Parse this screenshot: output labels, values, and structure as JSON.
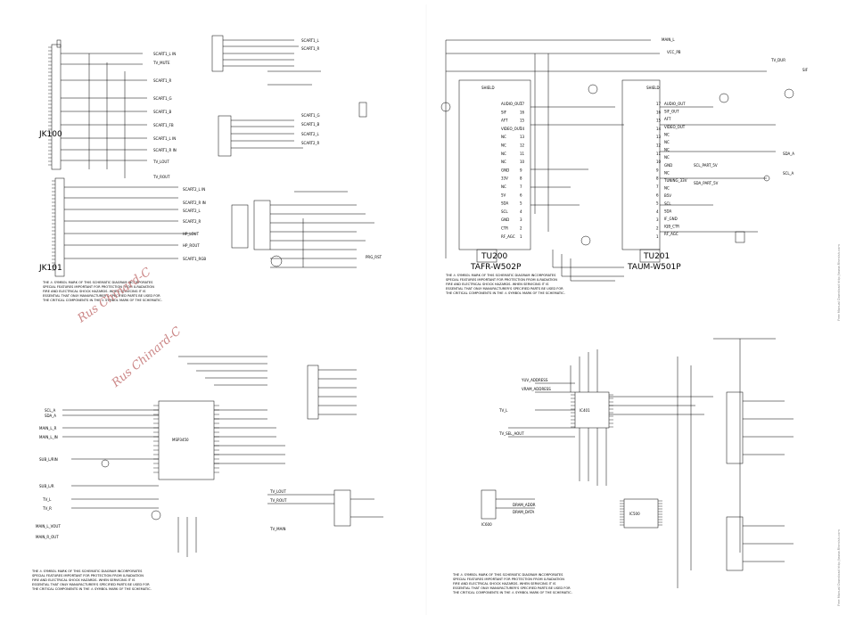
{
  "connectors": {
    "j100": "JK100",
    "j101": "JK101"
  },
  "tuners": {
    "tu200_ref": "TU200",
    "tu200_part": "TAFR-W502P",
    "tu201_ref": "TU201",
    "tu201_part": "TAUM-W501P",
    "shield": "SHIELD",
    "left_pins": [
      "17",
      "16",
      "15",
      "14",
      "13",
      "12",
      "11",
      "10",
      "9",
      "8",
      "7",
      "6",
      "5",
      "4",
      "3",
      "2",
      "1"
    ],
    "left_pin_names": [
      "AUDIO_OUT",
      "SIF",
      "AFT",
      "VIDEO_OUT",
      "NC",
      "NC",
      "NC",
      "NC",
      "GND",
      "33V",
      "NC",
      "5V",
      "SDA",
      "SCL",
      "GND",
      "CTR",
      "RF_AGC"
    ],
    "right_pin_names": [
      "AUDIO_OUT",
      "SIF_OUT",
      "AFT",
      "VIDEO_OUT",
      "NC",
      "NC",
      "NC",
      "NC",
      "GND",
      "NC",
      "TUNING_33V",
      "NC",
      "B5V",
      "SCL",
      "SDA",
      "IF_GND",
      "IQB_CTR",
      "RF_AGC"
    ],
    "right_pins": [
      "17",
      "16",
      "15",
      "14",
      "13",
      "12",
      "11",
      "10",
      "9",
      "8",
      "7",
      "6",
      "5",
      "4",
      "3",
      "2",
      "1"
    ]
  },
  "nets_top_left": [
    "SCART1_L IN",
    "TV_MUTE",
    "SCART1_R",
    "SCART1_G",
    "SCART1_B",
    "SCART1_FB",
    "SCART1_L IN",
    "SCART1_R IN",
    "TV_LOUT",
    "TV_ROUT",
    "SCART2_L IN",
    "SCART2_R IN",
    "SCART2_L",
    "SCART2_R",
    "HP_LOUT",
    "HP_ROUT",
    "SCART1_RGB"
  ],
  "nets_top_mid": [
    "SCART1_L",
    "SCART1_R",
    "SCART1_G",
    "SCART1_B",
    "SCART2_L",
    "SCART2_R",
    "PRG_RST"
  ],
  "nets_top_right": [
    "MAIN_L",
    "VCC_PB",
    "TV_DUR",
    "SIF",
    "SDA_A",
    "SCL_A",
    "SCL_PART_5V",
    "SDA_PART_5V"
  ],
  "nets_bottom_left": [
    "SCL_A",
    "SDA_A",
    "MAIN_L_R",
    "MAIN_L_IN",
    "SUB_L/RIN",
    "SUB_L/R",
    "TV_L",
    "TV_R",
    "MAIN_L_VOUT",
    "MAIN_R_OUT",
    "TV_LOUT",
    "TV_ROUT",
    "TV_MAIN"
  ],
  "nets_bottom_right": [
    "YUV_ADDRESS",
    "VRAM_ADDRESS",
    "TV_L",
    "TV_SEL_AOUT",
    "DRAM_ADDR",
    "DRAM_DATA"
  ],
  "chips": {
    "audio_processor": "MSP3450",
    "video_processor": "IC401",
    "scaler": "IC500",
    "memory": "IC600"
  },
  "notes": [
    "THE ⚠ SYMBOL MARK OF THIS SCHEMATIC DIAGRAM INCORPORATES",
    "SPECIAL FEATURES IMPORTANT FOR PROTECTION FROM X-RADIATION",
    "FIRE AND ELECTRICAL SHOCK HAZARDS. WHEN SERVICING IT IS",
    "ESSENTIAL THAT ONLY MANUFACTURER'S SPECIFIED PARTS BE USED FOR",
    "THE CRITICAL COMPONENTS IN THE ⚠ SYMBOL MARK OF THE SCHEMATIC."
  ],
  "watermark": "Rus Chinard-C",
  "side_text": "Free Manual Download http://www.Rhenish.com",
  "colors": {
    "ink": "#000000",
    "paper": "#ffffff",
    "watermark": "#cc8888"
  }
}
